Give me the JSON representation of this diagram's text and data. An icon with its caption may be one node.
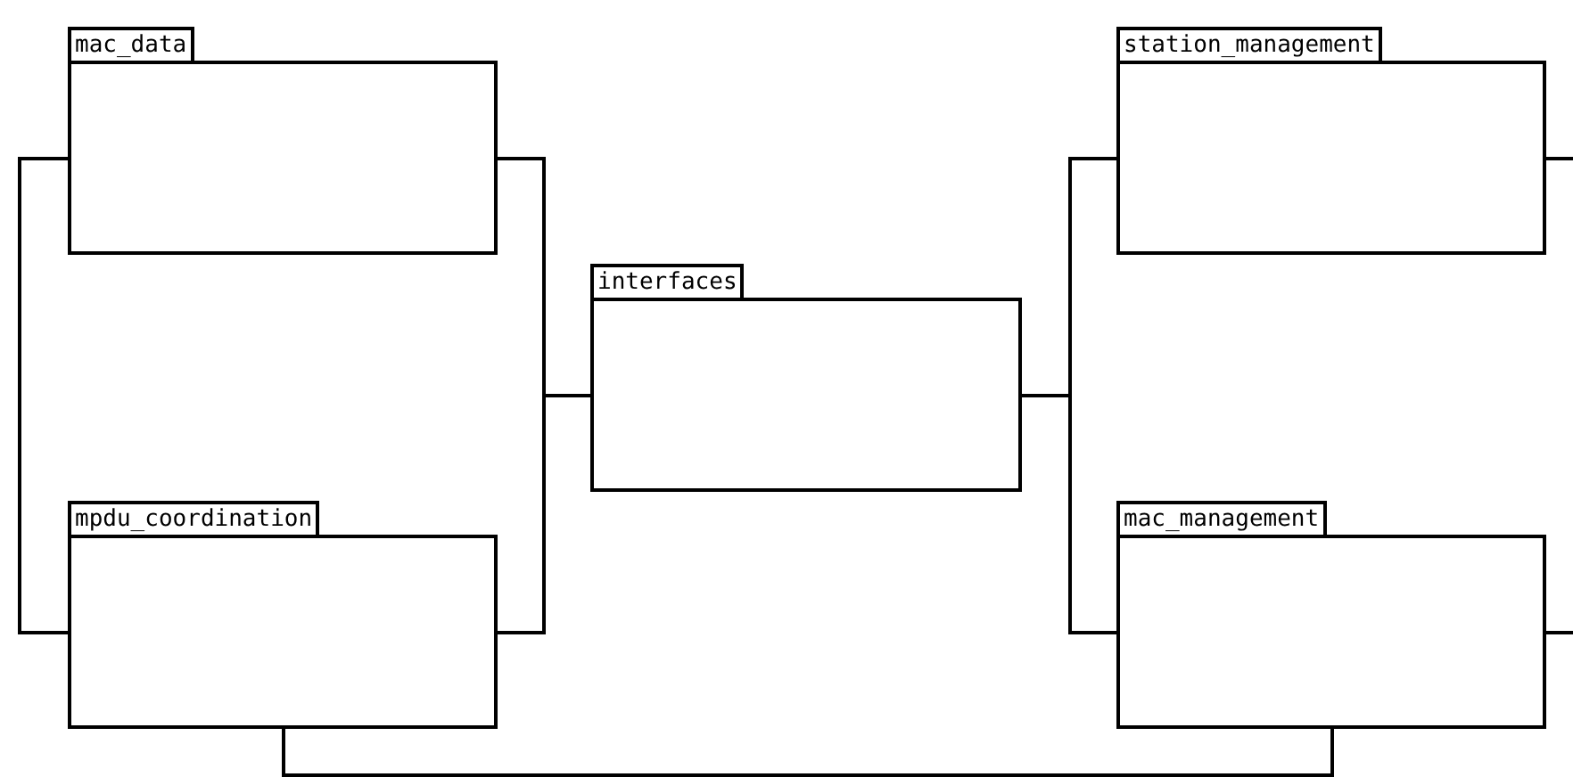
{
  "diagram": {
    "nodes": [
      {
        "text": [
          "mac_data"
        ]
      },
      {
        "text": [
          "station_management"
        ]
      },
      {
        "text": [
          "interfaces"
        ]
      },
      {
        "text": [
          "mpdu_coordination"
        ]
      },
      {
        "text": [
          "mac_management"
        ]
      }
    ],
    "edges": [
      {
        "from": 0,
        "to": 3,
        "arrow": "none"
      },
      {
        "from": 0,
        "to": 2,
        "arrow": "none"
      },
      {
        "from": 3,
        "to": 2,
        "arrow": "none"
      },
      {
        "from": 2,
        "to": 1,
        "arrow": "none"
      },
      {
        "from": 2,
        "to": 4,
        "arrow": "none"
      },
      {
        "from": 3,
        "to": 4,
        "arrow": "none"
      },
      {
        "from": 1,
        "to": null,
        "arrow": "none"
      },
      {
        "from": 4,
        "to": null,
        "arrow": "none"
      }
    ]
  }
}
